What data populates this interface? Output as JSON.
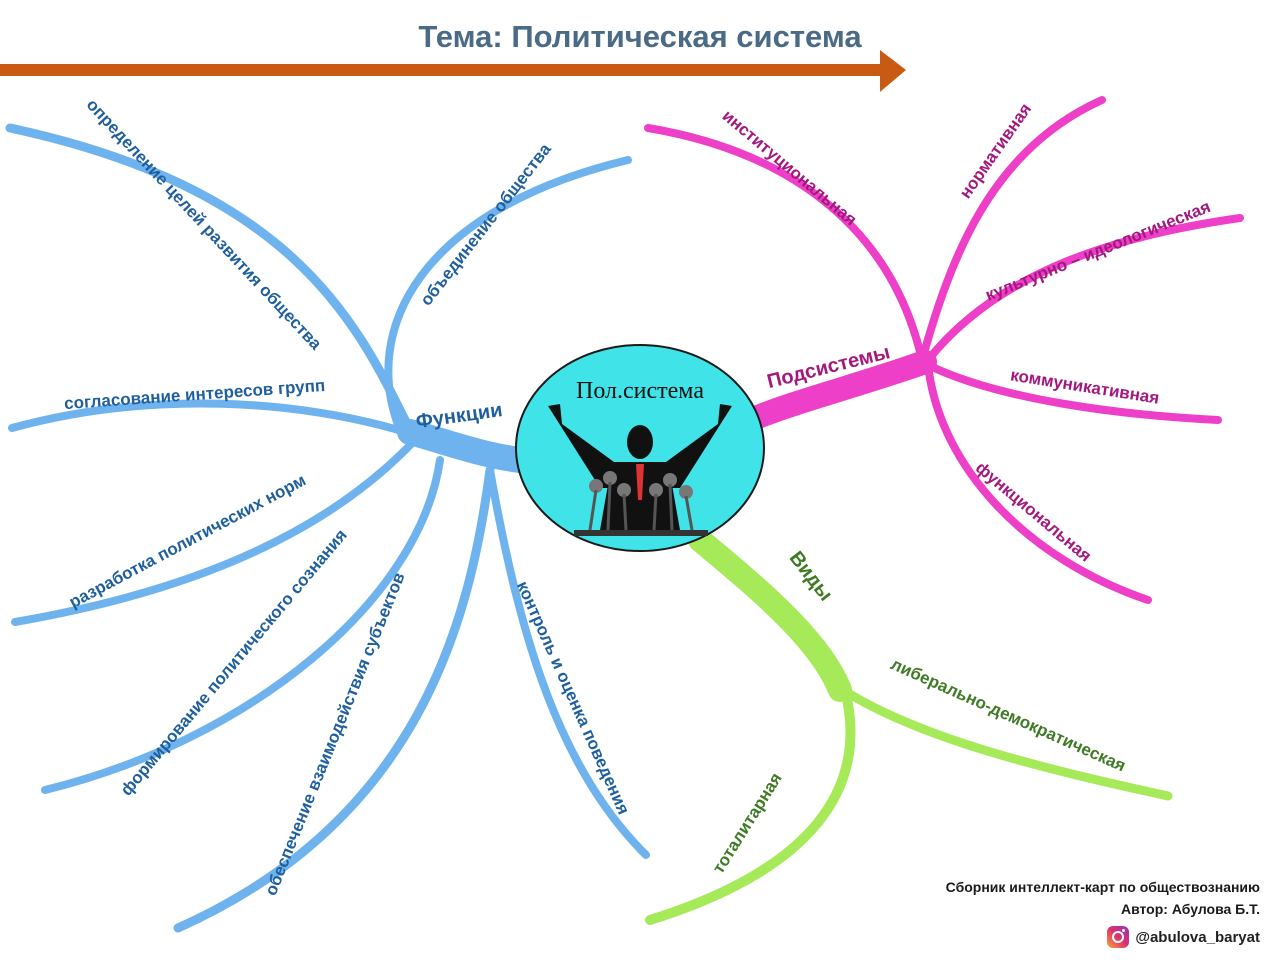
{
  "title": "Тема: Политическая система",
  "center": {
    "label": "Пол.система"
  },
  "branches": {
    "functions": {
      "label": "Функции",
      "color": "#6fb3ee",
      "items": [
        "определение целей развития общества",
        "объединение общества",
        "согласование интересов групп",
        "разработка политических норм",
        "формирование политического сознания",
        "обеспечение взаимодействия субъектов",
        "контроль и оценка поведения"
      ]
    },
    "subsystems": {
      "label": "Подсистемы",
      "color": "#ee3fc8",
      "items": [
        "институциональная",
        "нормативная",
        "культурно – идеологическая",
        "коммуникативная",
        "функциональная"
      ]
    },
    "types": {
      "label": "Виды",
      "color": "#a6ea5a",
      "items": [
        "либерально-демократическая",
        "тоталитарная"
      ]
    }
  },
  "footer": {
    "line1": "Сборник интеллект-карт по обществознанию",
    "line2": "Автор: Абулова Б.Т.",
    "instagram": "@abulova_baryat"
  },
  "colors": {
    "arrow": "#c85a14",
    "title": "#4a6a85",
    "center_fill": "#3fe3e8"
  }
}
